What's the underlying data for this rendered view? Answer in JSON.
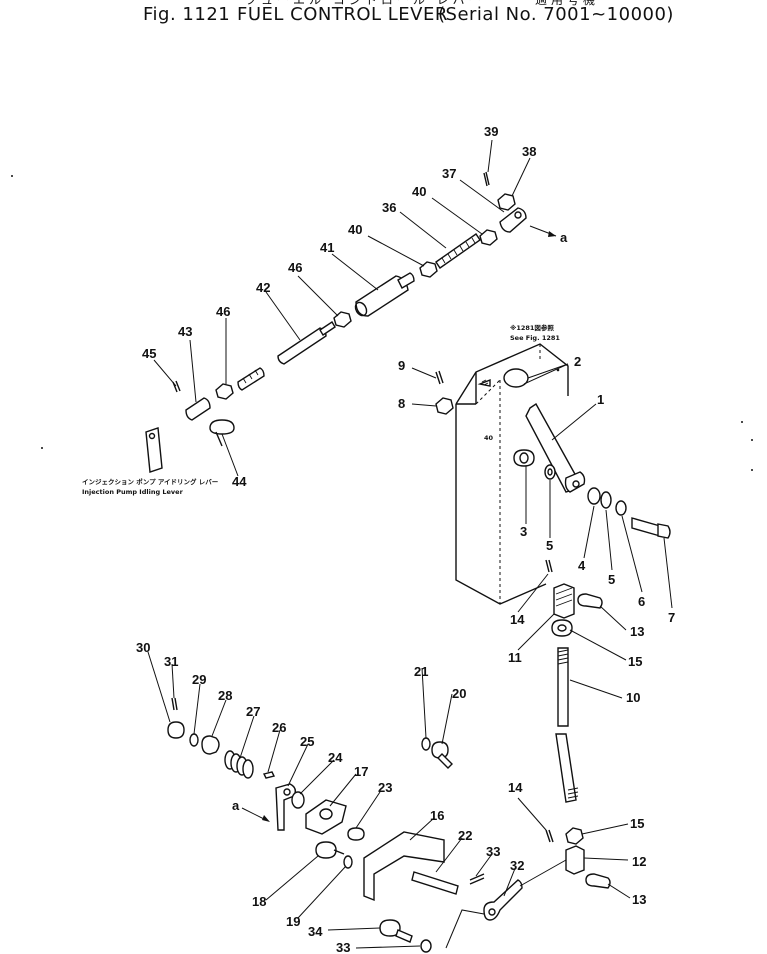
{
  "header": {
    "japanese_partial": "フューエル コントロール レバー",
    "japanese_serial_partial": "適用号機",
    "fig_label": "Fig. 1121",
    "title": "FUEL CONTROL LEVER",
    "serial": "(Serial No. 7001~10000)"
  },
  "notes": {
    "see_fig_jp": "※1281図参照",
    "see_fig_en": "See Fig. 1281",
    "injection_jp": "インジェクション ポンプ アイドリング レバー",
    "injection_en": "Injection Pump Idling Lever",
    "arrow_a1": "a",
    "arrow_a2": "a",
    "mark_40": "40"
  },
  "part_labels": {
    "p1": "1",
    "p2": "2",
    "p3": "3",
    "p4": "4",
    "p5a": "5",
    "p5b": "5",
    "p6": "6",
    "p7": "7",
    "p8": "8",
    "p9": "9",
    "p10": "10",
    "p11": "11",
    "p12": "12",
    "p13a": "13",
    "p13b": "13",
    "p14a": "14",
    "p14b": "14",
    "p15a": "15",
    "p15b": "15",
    "p16": "16",
    "p17": "17",
    "p18": "18",
    "p19": "19",
    "p20": "20",
    "p21": "21",
    "p22": "22",
    "p23": "23",
    "p24": "24",
    "p25": "25",
    "p26": "26",
    "p27": "27",
    "p28": "28",
    "p29": "29",
    "p30": "30",
    "p31": "31",
    "p32": "32",
    "p33a": "33",
    "p33b": "33",
    "p34": "34",
    "p36": "36",
    "p37": "37",
    "p38": "38",
    "p39": "39",
    "p40a": "40",
    "p40b": "40",
    "p41": "41",
    "p42": "42",
    "p43": "43",
    "p44": "44",
    "p45": "45",
    "p46a": "46",
    "p46b": "46"
  }
}
